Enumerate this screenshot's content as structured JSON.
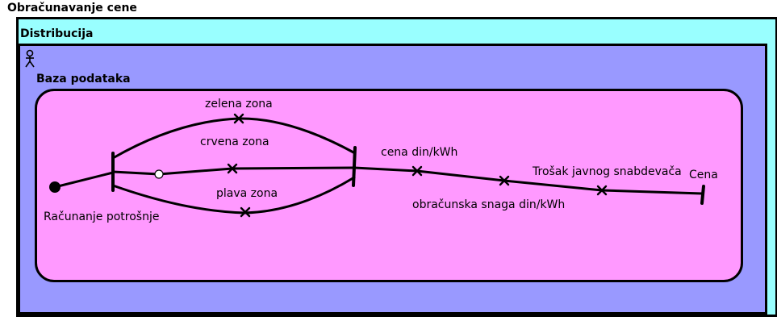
{
  "diagram": {
    "title": "Obračunavanje cene",
    "outer_region": "Distribucija",
    "inner_region": "Baza podataka",
    "start_label": "Računanje potrošnje",
    "zones": {
      "green": "zelena zona",
      "red": "crvena zona",
      "blue": "plava zona"
    },
    "segments": {
      "price": "cena din/kWh",
      "power": "obračunska snaga din/kWh",
      "supplier_cost": "Trošak javnog snabdevača",
      "end": "Cena"
    },
    "colors": {
      "outer_fill": "#99ffff",
      "mid_fill": "#9999ff",
      "inner_fill": "#ff99ff",
      "stroke": "#000000"
    },
    "icons": [
      "actor-icon"
    ]
  }
}
